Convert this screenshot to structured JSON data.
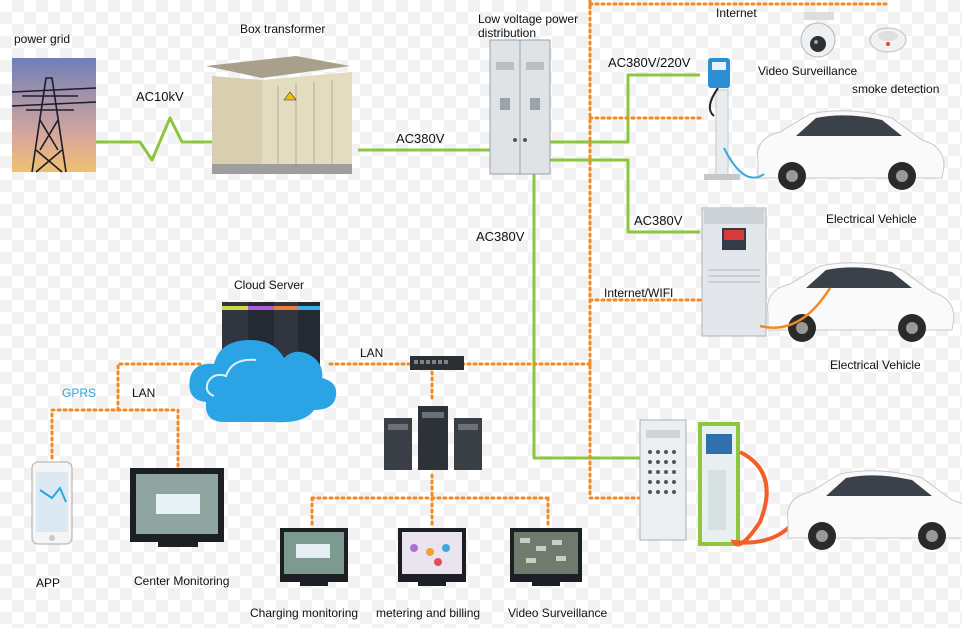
{
  "labels": {
    "power_grid": "power grid",
    "box_transformer": "Box transformer",
    "ac10kv": "AC10kV",
    "ac380v_main": "AC380V",
    "low_voltage": "Low voltage power distribution",
    "internet": "Internet",
    "video_surveillance_top": "Video Surveillance",
    "smoke_detection": "smoke detection",
    "ac380v_220v": "AC380V/220V",
    "ev_1": "Electrical Vehicle",
    "ac380v_charger": "AC380V",
    "ac380v_vertical": "AC380V",
    "internet_wifi": "Internet/WIFI",
    "ev_2": "Electrical Vehicle",
    "cloud_server": "Cloud Server",
    "lan_right": "LAN",
    "gprs": "GPRS",
    "lan_left": "LAN",
    "app": "APP",
    "center_monitoring": "Center Monitoring",
    "charging_monitoring": "Charging monitoring",
    "metering_billing": "metering and billing",
    "video_surveillance_bottom": "Video Surveillance"
  },
  "colors": {
    "power_line": "#8cc63f",
    "data_line": "#f08a24",
    "gprs_text": "#29a8e0"
  },
  "icons": [
    "transmission-tower-icon",
    "box-transformer-icon",
    "distribution-cabinet-icon",
    "security-camera-icon",
    "smoke-detector-icon",
    "wall-charger-icon",
    "ev-car-icon",
    "dc-charger-icon",
    "cloud-server-icon",
    "network-switch-icon",
    "server-tower-icon",
    "smartphone-icon",
    "monitor-icon",
    "power-cabinet-icon",
    "green-charger-icon"
  ]
}
